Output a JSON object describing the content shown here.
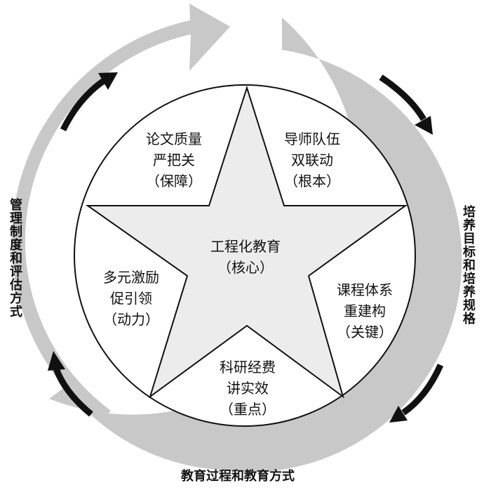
{
  "center": {
    "line1": "工程化教育",
    "line2": "（核心）"
  },
  "segments": [
    {
      "id": "thesis",
      "line1": "论文质量",
      "line2": "严把关",
      "line3": "（保障）"
    },
    {
      "id": "mentor",
      "line1": "导师队伍",
      "line2": "双联动",
      "line3": "（根本）"
    },
    {
      "id": "course",
      "line1": "课程体系",
      "line2": "重建构",
      "line3": "（关键）"
    },
    {
      "id": "research",
      "line1": "科研经费",
      "line2": "讲实效",
      "line3": "（重点）"
    },
    {
      "id": "incentive",
      "line1": "多元激励",
      "line2": "促引领",
      "line3": "（动力）"
    }
  ],
  "outer_labels": {
    "left": "管理制度和评估方式",
    "right": "培养目标和培养规格",
    "bottom": "教育过程和教育方式"
  },
  "colors": {
    "ring": "#c8c8c8",
    "star_fill": "#ececec",
    "arrow": "#111111",
    "stroke": "#111111"
  }
}
